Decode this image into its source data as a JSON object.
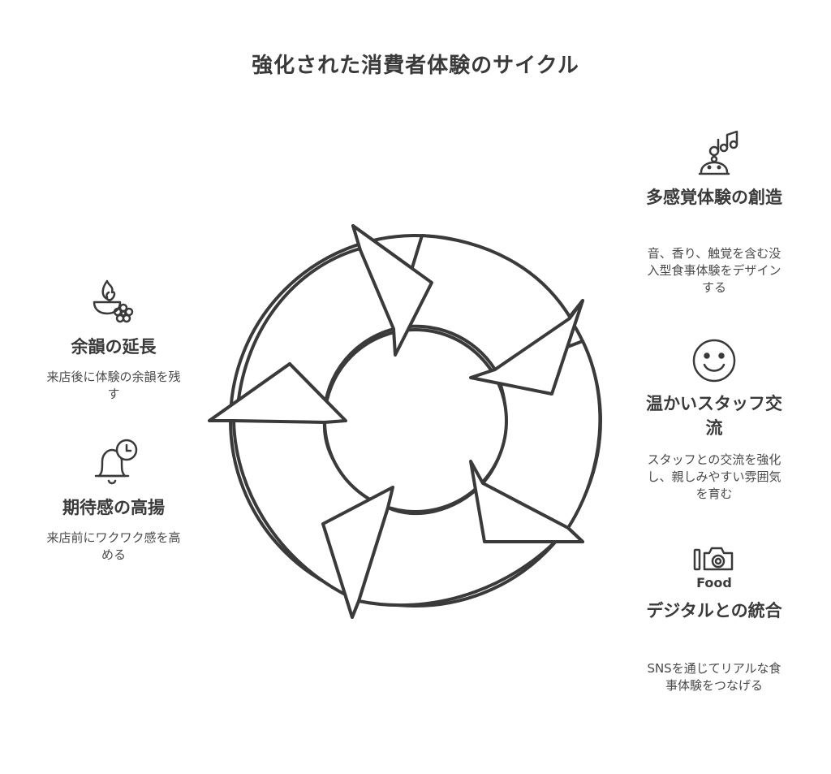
{
  "title": "強化された消費者体験のサイクル",
  "items": [
    {
      "id": "multisensory",
      "heading": "多感覚体験の創造",
      "description": "音、香り、触覚を含む没入型食事体験をデザインする",
      "icon": "bell-music-notes-icon"
    },
    {
      "id": "staff",
      "heading": "温かいスタッフ交流",
      "description": "スタッフとの交流を強化し、親しみやすい雰囲気を育む",
      "icon": "smiley-face-icon"
    },
    {
      "id": "digital",
      "heading": "デジタルとの統合",
      "description": "SNSを通じてリアルな食事体験をつなげる",
      "icon": "camera-food-icon",
      "icon_label": "Food"
    },
    {
      "id": "anticipation",
      "heading": "期待感の高揚",
      "description": "来店前にワクワク感を高める",
      "icon": "bell-clock-icon"
    },
    {
      "id": "afterglow",
      "heading": "余韻の延長",
      "description": "来店後に体験の余韻を残す",
      "icon": "flame-bowl-flower-icon"
    }
  ],
  "colors": {
    "stroke": "#3a3a3a",
    "text": "#3a3a3a",
    "background": "#ffffff"
  }
}
